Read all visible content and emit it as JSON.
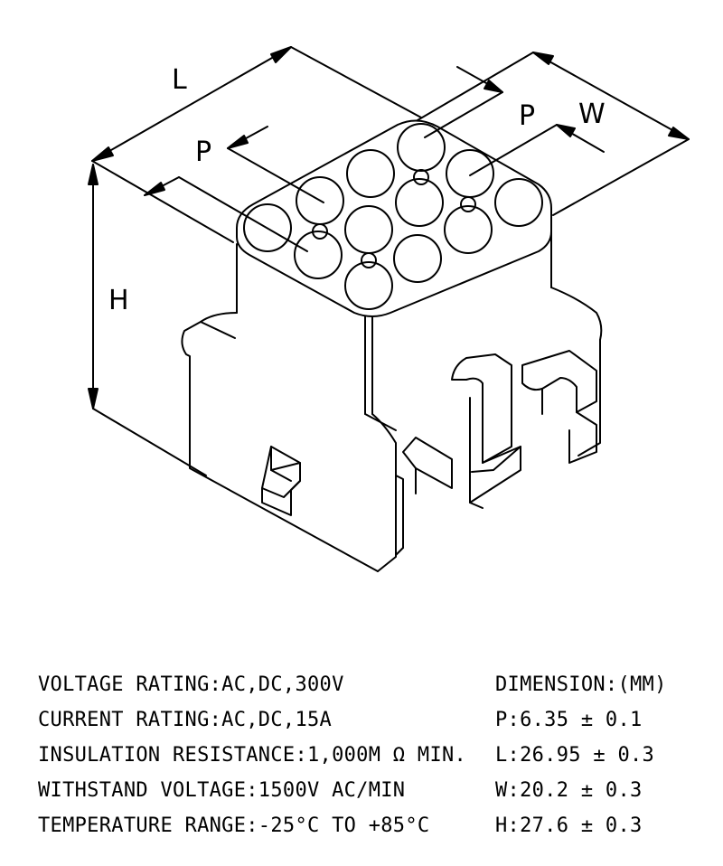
{
  "drawing": {
    "labels": {
      "length": "L",
      "width": "W",
      "height": "H",
      "pitch_front": "P",
      "pitch_side": "P"
    },
    "circle_count": 12,
    "small_hole_count": 4
  },
  "specs": [
    "VOLTAGE RATING:AC,DC,300V",
    "CURRENT RATING:AC,DC,15A",
    "INSULATION RESISTANCE:1,000M Ω MIN.",
    "WITHSTAND VOLTAGE:1500V AC/MIN",
    "TEMPERATURE RANGE:-25°C TO +85°C"
  ],
  "dimensions": {
    "title": "DIMENSION:(MM)",
    "rows": [
      "P:6.35 ± 0.1",
      "L:26.95 ± 0.3",
      "W:20.2 ± 0.3",
      "H:27.6 ± 0.3"
    ]
  }
}
